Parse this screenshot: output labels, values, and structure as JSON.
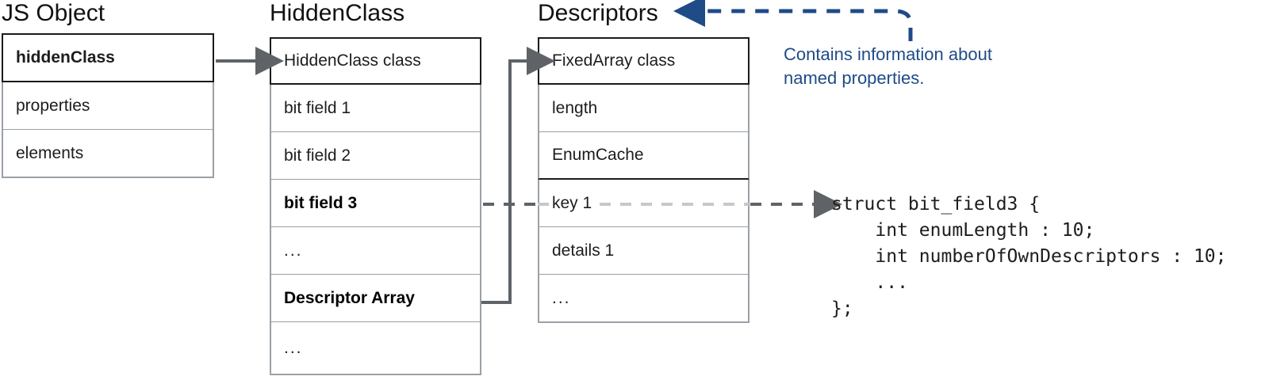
{
  "diagram": {
    "title_jsobject": "JS Object",
    "title_hiddenclass": "HiddenClass",
    "title_descriptors": "Descriptors",
    "columns": [
      {
        "name": "js-object",
        "title": "JS Object",
        "rows": [
          {
            "label": "hiddenClass",
            "bold": true,
            "header": true
          },
          {
            "label": "properties",
            "bold": false,
            "header": false
          },
          {
            "label": "elements",
            "bold": false,
            "header": false
          }
        ]
      },
      {
        "name": "hidden-class",
        "title": "HiddenClass",
        "rows": [
          {
            "label": "HiddenClass class",
            "bold": false,
            "header": true
          },
          {
            "label": "bit field 1",
            "bold": false,
            "header": false
          },
          {
            "label": "bit field 2",
            "bold": false,
            "header": false
          },
          {
            "label": "bit field 3",
            "bold": true,
            "header": false
          },
          {
            "label": "...",
            "bold": false,
            "header": false
          },
          {
            "label": "Descriptor Array",
            "bold": true,
            "header": false
          },
          {
            "label": "...",
            "bold": false,
            "header": false
          }
        ]
      },
      {
        "name": "descriptors",
        "title": "Descriptors",
        "rows": [
          {
            "label": "FixedArray class",
            "bold": false,
            "header": true
          },
          {
            "label": "length",
            "bold": false,
            "header": false
          },
          {
            "label": "EnumCache",
            "bold": false,
            "header": false
          },
          {
            "label": "key 1",
            "bold": false,
            "header": false
          },
          {
            "label": "details 1",
            "bold": false,
            "header": false
          },
          {
            "label": "...",
            "bold": false,
            "header": false
          }
        ]
      }
    ],
    "annotation": {
      "line1": "Contains information about",
      "line2": "named properties.",
      "color": "#1F4B87"
    },
    "code": {
      "line1": "struct bit_field3 {",
      "line2": "    int enumLength : 10;",
      "line3": "    int numberOfOwnDescriptors : 10;",
      "line4": "    ...",
      "line5": "};"
    },
    "colors": {
      "arrow_gray": "#5f6368",
      "border_gray": "#9aa0a6",
      "border_dark": "#1a1a1a",
      "annotation_blue": "#1F4B87",
      "dash_light": "#c8c8c8"
    }
  }
}
